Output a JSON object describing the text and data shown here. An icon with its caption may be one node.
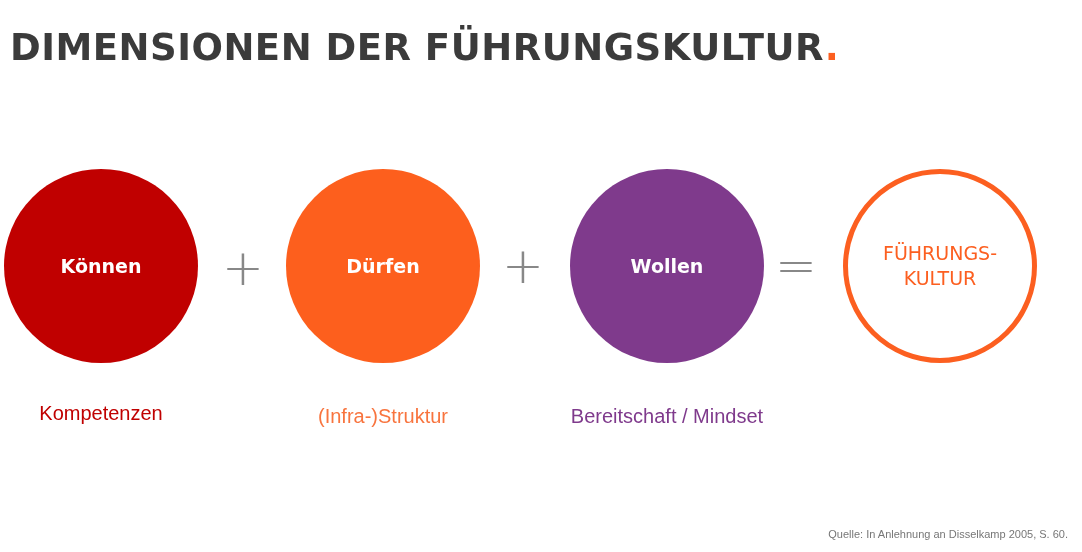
{
  "diagram": {
    "title": "DIMENSIONEN DER FÜHRUNGSKULTUR.",
    "nodes": [
      {
        "text": [
          "Können"
        ],
        "beside": [
          "Kompetenzen"
        ]
      },
      {
        "text": [
          "Dürfen"
        ],
        "beside": [
          "(Infra-)Struktur"
        ]
      },
      {
        "text": [
          "Wollen"
        ],
        "beside": [
          "Bereitschaft / Mindset"
        ]
      },
      {
        "text": [
          "FÜHRUNGS- KULTUR"
        ]
      }
    ],
    "labels": [
      "+",
      "+",
      "=",
      "Quelle: In Anlehnung an Disselkamp 2005, S. 60."
    ]
  }
}
